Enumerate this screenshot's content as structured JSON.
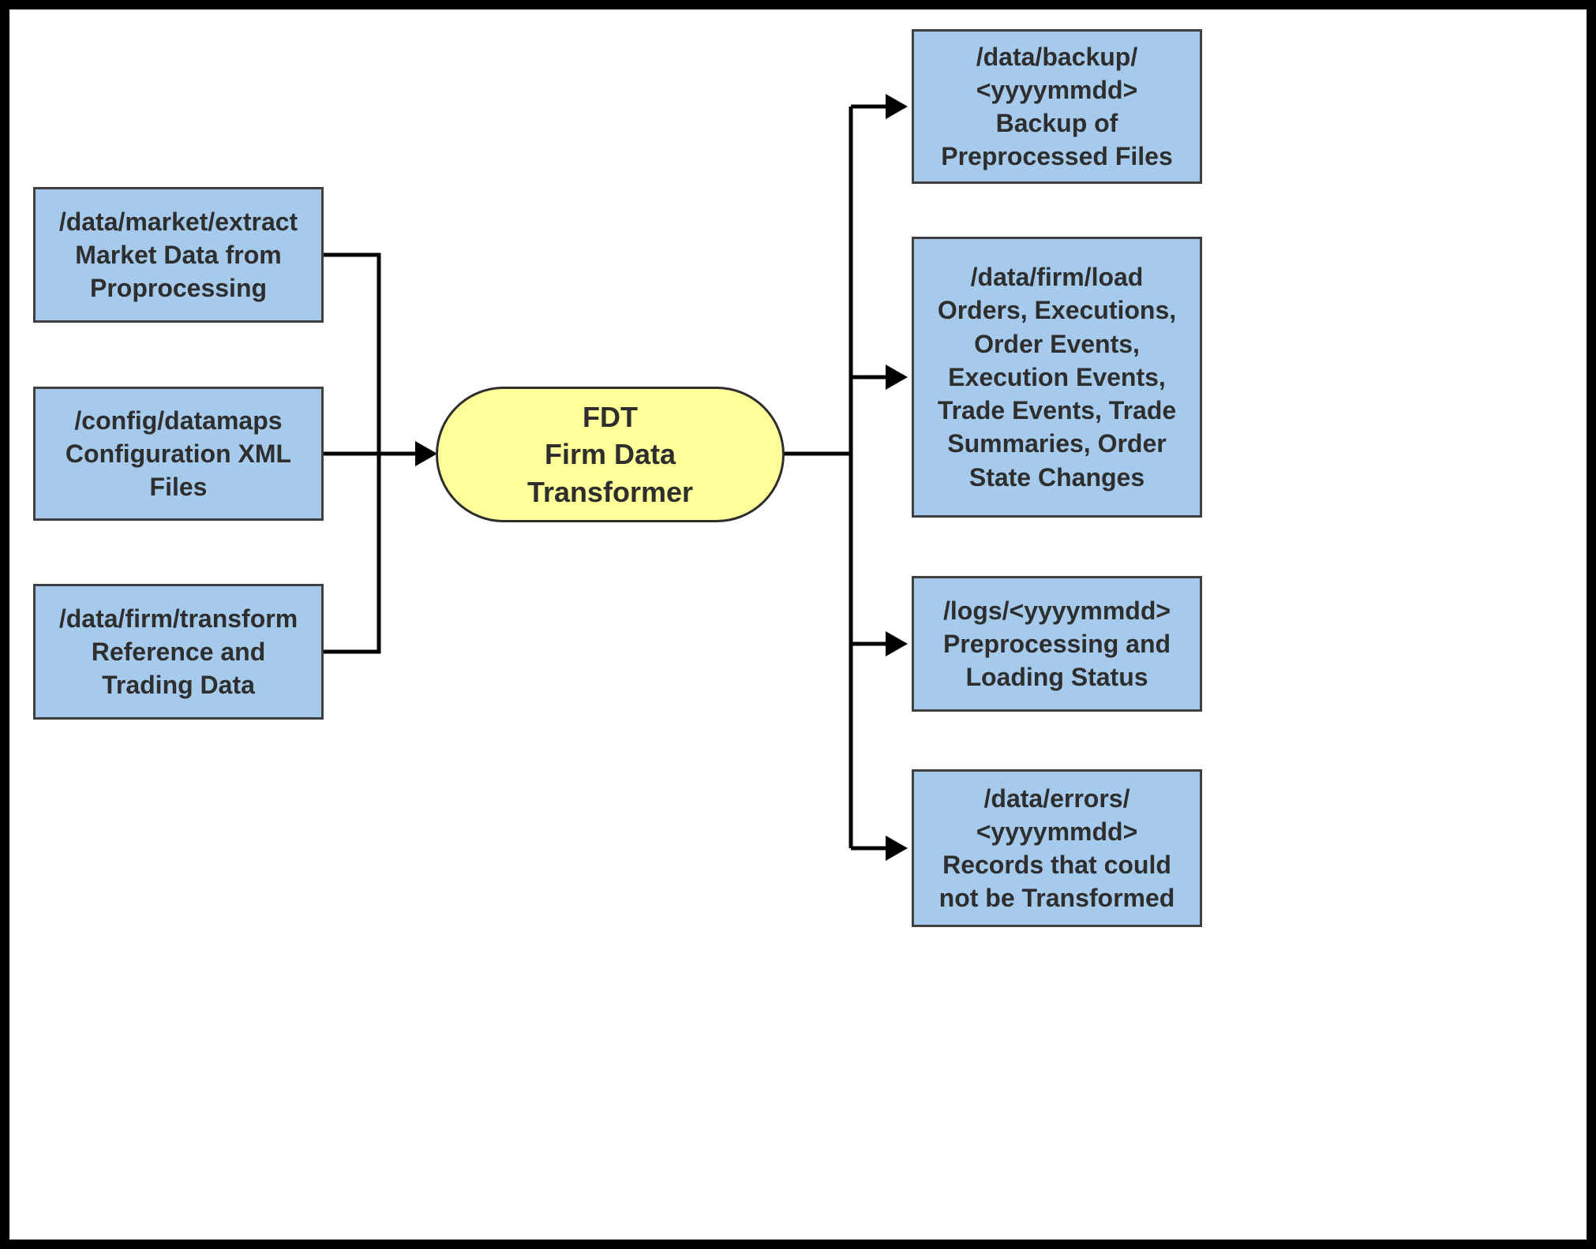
{
  "diagram": {
    "inputs": [
      {
        "text": "/data/market/extract\nMarket Data from\nProprocessing"
      },
      {
        "text": "/config/datamaps\nConfiguration XML\nFiles"
      },
      {
        "text": "/data/firm/transform\nReference and\nTrading Data"
      }
    ],
    "process": {
      "text": "FDT\nFirm Data\nTransformer"
    },
    "outputs": [
      {
        "text": "/data/backup/\n<yyyymmdd>\nBackup of\nPreprocessed Files"
      },
      {
        "text": "/data/firm/load\nOrders, Executions,\nOrder Events,\nExecution Events,\nTrade Events, Trade\nSummaries, Order\nState Changes"
      },
      {
        "text": "/logs/<yyyymmdd>\nPreprocessing and\nLoading Status"
      },
      {
        "text": "/data/errors/\n<yyyymmdd>\nRecords that could\nnot be Transformed"
      }
    ],
    "colors": {
      "box_fill": "#a6caec",
      "box_border": "#3f3f3f",
      "process_fill": "#ffff99",
      "line": "#000000",
      "background": "#ffffff",
      "frame": "#000000"
    }
  }
}
